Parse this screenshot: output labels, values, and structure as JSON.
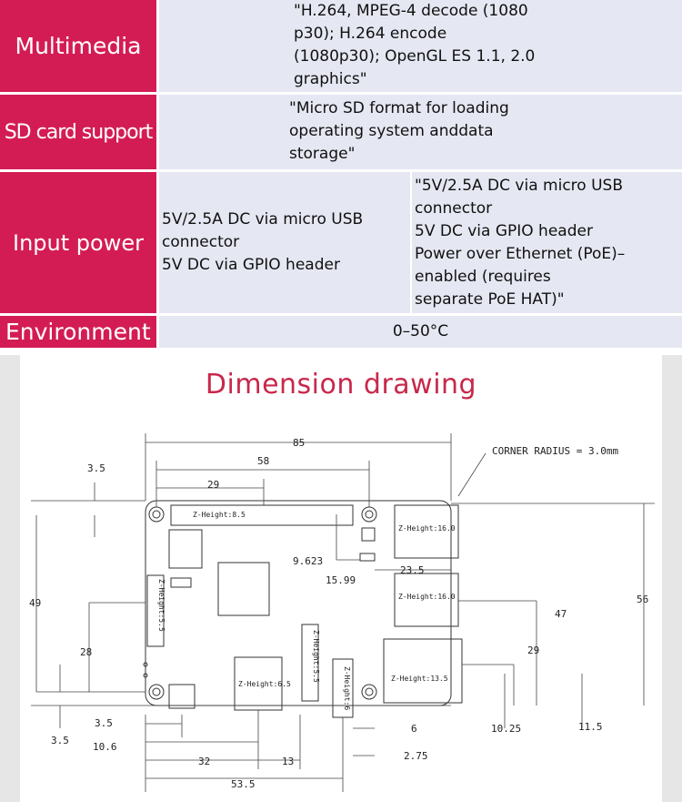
{
  "specs": [
    {
      "label": "Multimedia",
      "value": "\"H.264, MPEG-4 decode (1080\np30); H.264 encode\n(1080p30); OpenGL ES 1.1, 2.0\n graphics\""
    },
    {
      "label": "SD card support",
      "value": "\"Micro SD format for loading\noperating system anddata\nstorage\""
    },
    {
      "label": "Input power",
      "value_a": "5V/2.5A DC via micro USB\nconnector\n5V DC via GPIO header",
      "value_b": "\"5V/2.5A DC via micro USB\nconnector\n5V DC via GPIO header\nPower over Ethernet (PoE)–\nenabled (requires\nseparate PoE HAT)\""
    },
    {
      "label": "Environment",
      "value": "0–50°C"
    }
  ],
  "drawing": {
    "title": "Dimension drawing",
    "corner_note": "CORNER RADIUS = 3.0mm",
    "dims": {
      "d85": "85",
      "d58": "58",
      "d29": "29",
      "d3_5_top": "3.5",
      "d49": "49",
      "d28": "28",
      "d3_5_bl": "3.5",
      "d3_5_b": "3.5",
      "d10_6": "10.6",
      "d32": "32",
      "d13": "13",
      "d53_5": "53.5",
      "d9_623": "9.623",
      "d15_99": "15.99",
      "d23_5": "23.5",
      "d47": "47",
      "d29_r": "29",
      "d56": "56",
      "d10_25": "10.25",
      "d11_5": "11.5",
      "d6": "6",
      "d2_75": "2.75"
    },
    "zheights": {
      "gpio": "Z-Height:8.5",
      "usb1": "Z-Height:16.0",
      "usb2": "Z-Height:16.0",
      "eth": "Z-Height:13.5",
      "cam": "Z-Height:5.5",
      "disp": "Z-Height:5.5",
      "hdmi": "Z-Height:6.5",
      "audio": "Z-Height:6"
    }
  }
}
